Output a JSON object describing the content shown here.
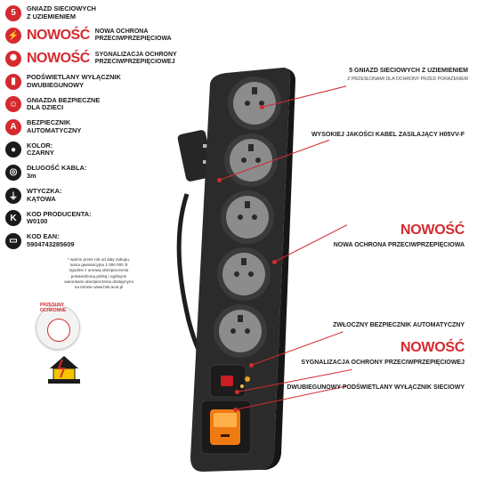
{
  "features": [
    {
      "icon": "five-sockets-icon",
      "icon_text": "5",
      "lines": [
        "GNIAZD SIECIOWYCH",
        "Z UZIEMIENIEM"
      ]
    },
    {
      "icon": "surge-protection-icon",
      "highlight": "NOWOŚĆ",
      "lines": [
        "NOWA OCHRONA",
        "PRZECIWPRZEPIĘCIOWA"
      ]
    },
    {
      "icon": "surge-indicator-icon",
      "highlight": "NOWOŚĆ",
      "lines": [
        "SYGNALIZACJA OCHRONY",
        "PRZECIWPRZEPIĘCIOWEJ"
      ]
    },
    {
      "icon": "illuminated-switch-icon",
      "lines": [
        "PODŚWIETLANY WYŁĄCZNIK",
        "DWUBIEGUNOWY"
      ]
    },
    {
      "icon": "child-safe-sockets-icon",
      "lines": [
        "GNIAZDA BEZPIECZNE",
        "DLA DZIECI"
      ]
    },
    {
      "icon": "automatic-fuse-icon",
      "icon_text": "A",
      "lines": [
        "BEZPIECZNIK",
        "AUTOMATYCZNY"
      ]
    },
    {
      "icon": "color-icon",
      "lines": [
        "KOLOR:",
        "CZARNY"
      ]
    },
    {
      "icon": "cable-length-icon",
      "lines": [
        "DŁUGOŚĆ KABLA:",
        "3m"
      ]
    },
    {
      "icon": "plug-icon",
      "lines": [
        "WTYCZKA:",
        "KĄTOWA"
      ]
    },
    {
      "icon": "producer-code-icon",
      "icon_text": "K",
      "lines": [
        "KOD PRODUCENTA:",
        "W0100"
      ]
    },
    {
      "icon": "ean-code-icon",
      "lines": [
        "KOD EAN:",
        "5904743285609"
      ]
    }
  ],
  "warranty_text": "* ważne przez rok od daty zakupu, suma gwarancyjna 1 000 000 zł zgodnie z umową ubezpieczenia potwierdzoną polisą i ogólnymi warunkami ubezpieczenia dostępnymi na stronie www.hsk.acar.pl",
  "badge_round_caption": "PRZESUNY OCHRONNE",
  "callouts": {
    "sockets": {
      "main": "5 GNIAZD SIECIOWYCH Z UZIEMIENIEM",
      "sub": "Z PRZESŁONAMI DLA OCHRONY PRZED PORAŻENIEM"
    },
    "cable": {
      "main": "WYSOKIEJ JAKOŚCI KABEL ZASILAJĄCY H05VV-F"
    },
    "surge": {
      "big": "NOWOŚĆ",
      "main": "NOWA OCHRONA PRZECIWPRZEPIĘCIOWA"
    },
    "fuse": {
      "main": "ZWŁOCZNY BEZPIECZNIK AUTOMATYCZNY"
    },
    "indicator": {
      "big": "NOWOŚĆ",
      "main": "SYGNALIZACJA OCHRONY PRZECIWPRZEPIĘCIOWEJ"
    },
    "switch": {
      "main": "DWUBIEGUNOWY PODŚWIETLANY WYŁĄCZNIK SIECIOWY"
    }
  },
  "colors": {
    "accent": "#d42a2f",
    "body": "#2a2a2a",
    "switch": "#f07a12"
  }
}
